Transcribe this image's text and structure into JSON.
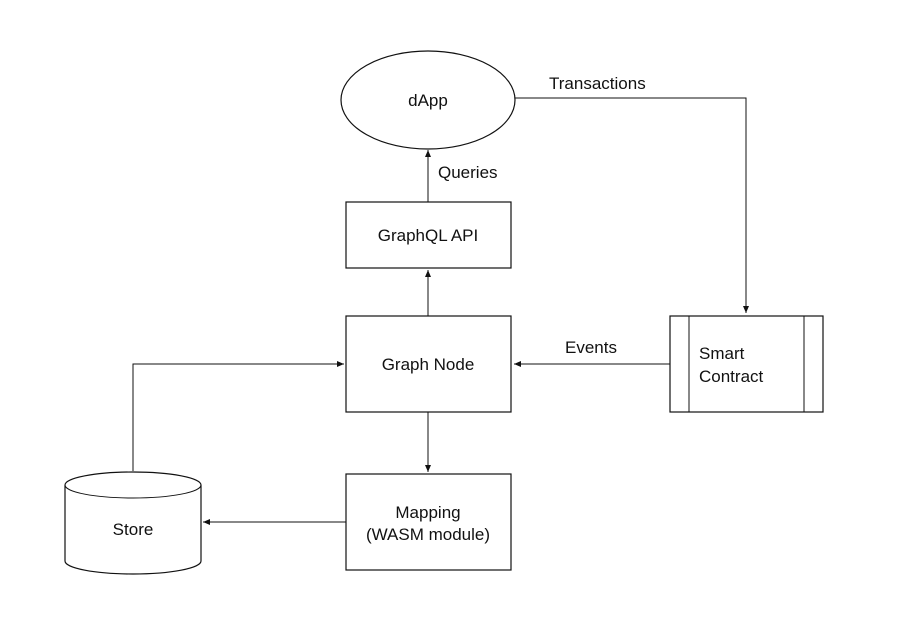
{
  "nodes": {
    "dapp": {
      "label": "dApp"
    },
    "graphql_api": {
      "label": "GraphQL API"
    },
    "graph_node": {
      "label": "Graph Node"
    },
    "smart_contract": {
      "label_line1": "Smart",
      "label_line2": "Contract"
    },
    "mapping": {
      "label_line1": "Mapping",
      "label_line2": "(WASM module)"
    },
    "store": {
      "label": "Store"
    }
  },
  "edges": {
    "transactions": {
      "label": "Transactions"
    },
    "queries": {
      "label": "Queries"
    },
    "events": {
      "label": "Events"
    }
  },
  "colors": {
    "stroke": "#111111",
    "fill": "#ffffff",
    "text": "#111111"
  }
}
